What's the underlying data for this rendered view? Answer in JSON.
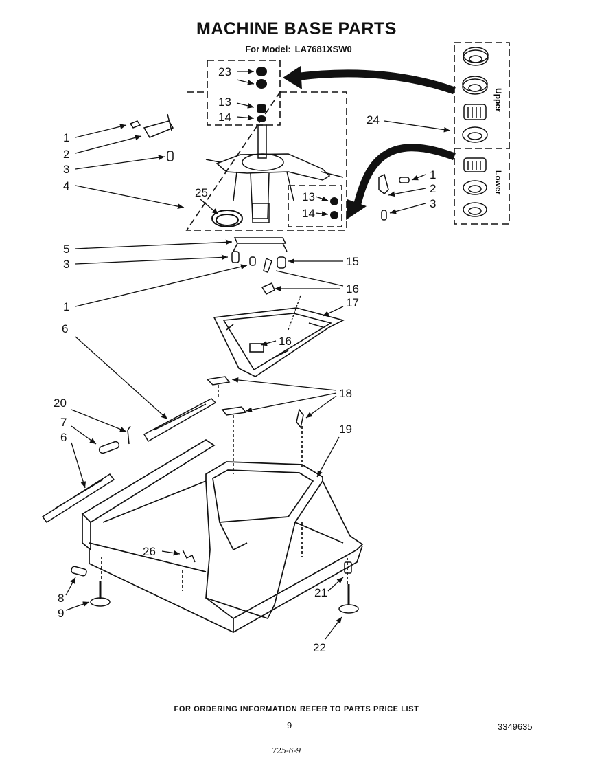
{
  "header": {
    "title": "MACHINE BASE PARTS",
    "model_prefix": "For Model:",
    "model_number": "LA7681XSW0"
  },
  "inset": {
    "upper_label": "Upper",
    "lower_label": "Lower"
  },
  "callouts": {
    "c1a": "1",
    "c2a": "2",
    "c3a": "3",
    "c4": "4",
    "c25": "25",
    "c23": "23",
    "c13a": "13",
    "c14a": "14",
    "c24": "24",
    "c1b": "1",
    "c2b": "2",
    "c3b": "3",
    "c13b": "13",
    "c14b": "14",
    "c5": "5",
    "c3c": "3",
    "c15": "15",
    "c16a": "16",
    "c1c": "1",
    "c17": "17",
    "c6a": "6",
    "c16b": "16",
    "c18": "18",
    "c20": "20",
    "c7": "7",
    "c6b": "6",
    "c19": "19",
    "c26": "26",
    "c8": "8",
    "c9": "9",
    "c21": "21",
    "c22": "22"
  },
  "footer": {
    "ordering_note": "FOR ORDERING INFORMATION REFER TO PARTS PRICE LIST",
    "page_number": "9",
    "document_number": "3349635",
    "handwritten_code": "725-6-9"
  }
}
